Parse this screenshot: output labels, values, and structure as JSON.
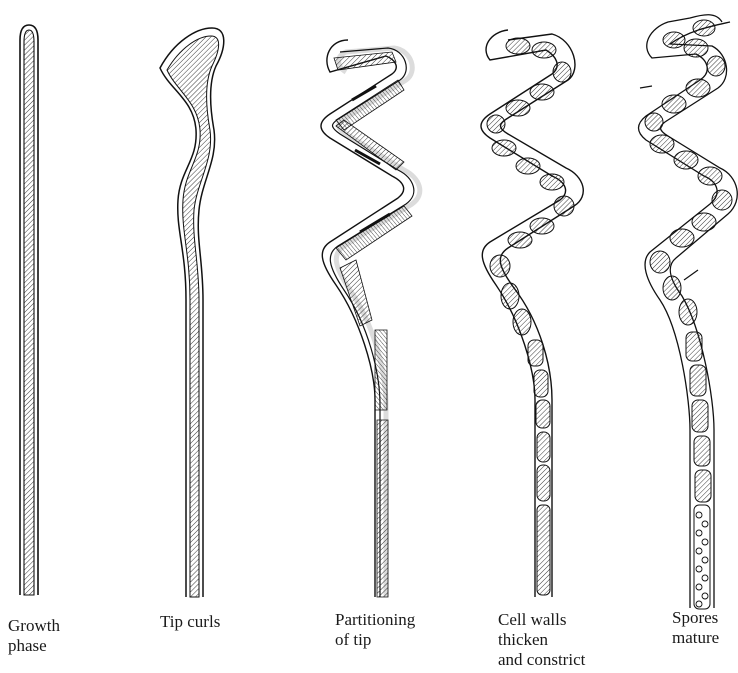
{
  "stages": [
    {
      "id": "growth",
      "caption_lines": [
        "Growth",
        "phase"
      ]
    },
    {
      "id": "tip-curls",
      "caption_lines": [
        "Tip curls"
      ]
    },
    {
      "id": "partitioning",
      "caption_lines": [
        "Partitioning",
        "of tip"
      ]
    },
    {
      "id": "cell-walls",
      "caption_lines": [
        "Cell walls",
        "thicken",
        "and constrict"
      ]
    },
    {
      "id": "spores",
      "caption_lines": [
        "Spores",
        "mature"
      ]
    }
  ]
}
